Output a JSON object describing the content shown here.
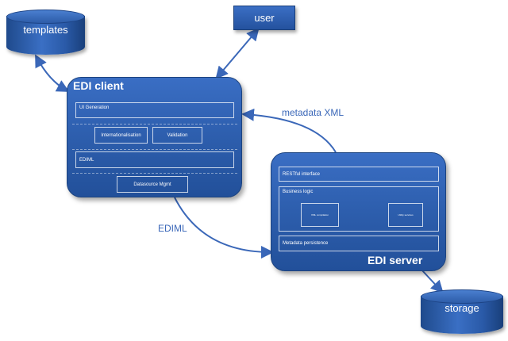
{
  "nodes": {
    "templates": "templates",
    "user": "user",
    "storage": "storage",
    "edi_client": {
      "title": "EDI client",
      "ui_generation": "UI Generation",
      "internationalisation": "Internationalisation",
      "validation": "Validation",
      "ediml": "EDIML",
      "datasource_mgmt": "Datasource Mgmt"
    },
    "edi_server": {
      "title": "EDI server",
      "restful_interface": "RESTful interface",
      "business_logic": "Business logic",
      "xml_compilation": "XML compilation",
      "utility_services": "Utility services",
      "metadata_persistence": "Metadata persistence"
    }
  },
  "edges": {
    "metadata_xml": "metadata XML",
    "ediml": "EDIML"
  },
  "colors": {
    "node_fill": "#2d5ead",
    "arrow": "#3a67b8"
  }
}
